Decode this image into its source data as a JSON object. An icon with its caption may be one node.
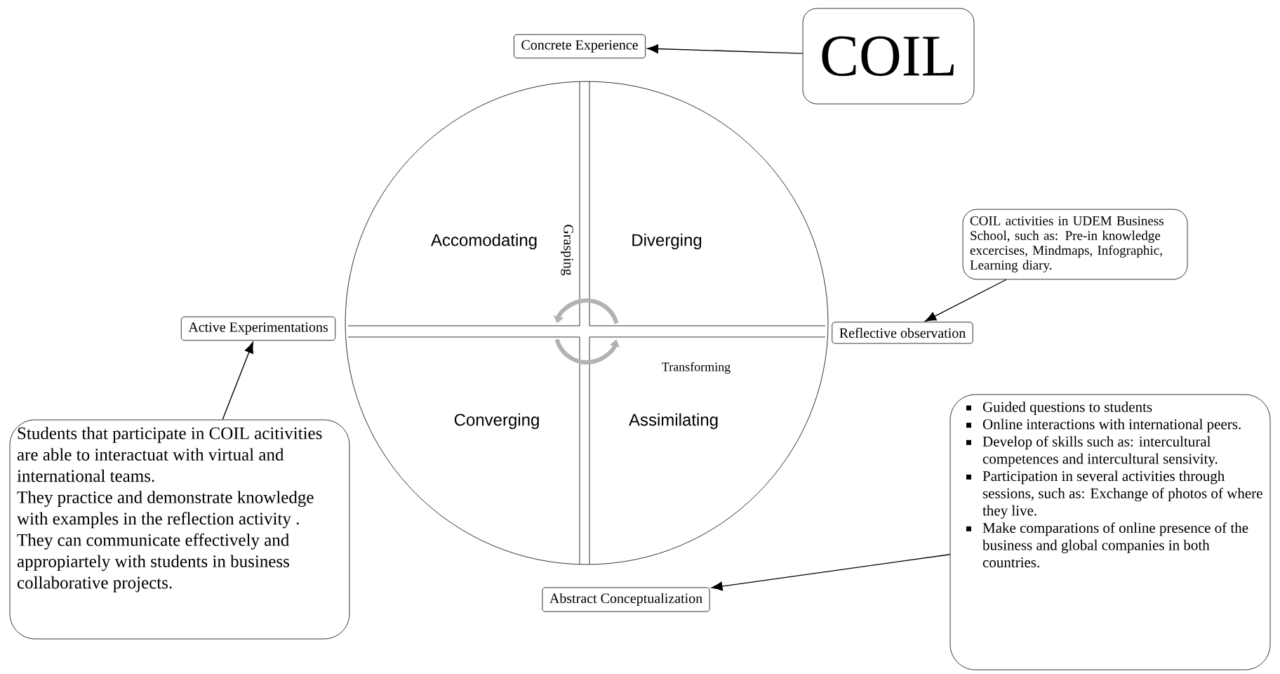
{
  "diagram": {
    "nodes": [
      {
        "text": [
          "Concrete Experience"
        ]
      },
      {
        "text": [
          "COIL"
        ]
      },
      {
        "text": [
          "Accomodating",
          "Diverging",
          "Converging",
          "Assimilating"
        ]
      },
      {
        "text": [
          "COIL activities in UDEM Business School, such as: Pre-in knowledge excercises, Mindmaps, Infographic, Learning diary."
        ]
      },
      {
        "text": [
          "Active Experimentations"
        ]
      },
      {
        "text": [
          "Reflective observation"
        ]
      },
      {
        "text": [
          "Students that participate in COIL acitivities are able to interactuat with virtual and international teams.",
          "They practice and demonstrate knowledge with examples in the reflection activity .",
          "They can communicate effectively and appropiartely with students in business collaborative projects."
        ]
      },
      {
        "text": [
          "Guided questions to students",
          "Online interactions with international peers.",
          "Develop of skills such as: intercultural competences and intercultural sensivity.",
          "Participation in several activities through sessions, such as: Exchange of photos of where they live.",
          "Make comparations of online presence of the business and global companies in both countries."
        ]
      },
      {
        "text": [
          "Abstract Conceptualization"
        ]
      }
    ],
    "edges": [
      {
        "from": 1,
        "to": 0,
        "arrow": "to"
      },
      {
        "from": 3,
        "to": 5,
        "arrow": "to"
      },
      {
        "from": 6,
        "to": 4,
        "arrow": "to"
      },
      {
        "from": 7,
        "to": 8,
        "arrow": "to"
      }
    ],
    "labels": [
      "Grasping",
      "Transforming"
    ]
  }
}
